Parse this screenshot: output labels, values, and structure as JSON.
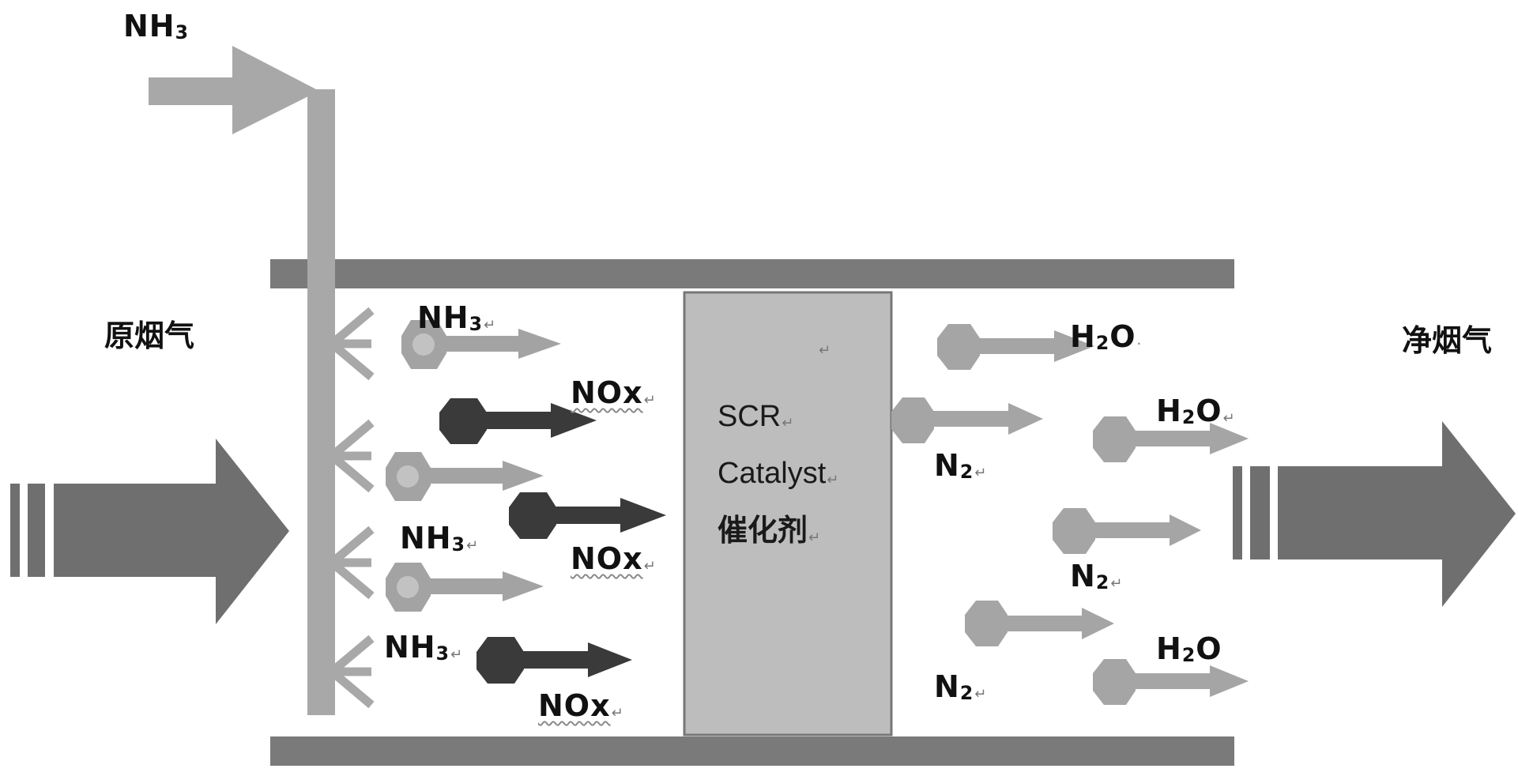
{
  "colors": {
    "pipe_wall": "#7a7a7a",
    "injector": "#a8a8a8",
    "main_arrow": "#6f6f6f",
    "nh3_molecule": "#a3a3a3",
    "nh3_molecule_inner": "#c2c2c2",
    "nox_molecule": "#3a3a3a",
    "product_molecule": "#a5a5a5",
    "catalyst_fill": "#bdbdbd",
    "catalyst_border": "#777777"
  },
  "labels": {
    "nh3_top": {
      "main": "NH",
      "sub": "3"
    },
    "raw_gas": "原烟气",
    "clean_gas": "净烟气",
    "nh3_1": {
      "main": "NH",
      "sub": "3",
      "mark": "↵"
    },
    "nh3_2": {
      "main": "NH",
      "sub": "3",
      "mark": "↵"
    },
    "nh3_3": {
      "main": "NH",
      "sub": "3",
      "mark": "↵"
    },
    "nox_1": {
      "text": "NOx",
      "mark": "↵"
    },
    "nox_2": {
      "text": "NOx",
      "mark": "↵"
    },
    "nox_3": {
      "text": "NOx",
      "mark": "↵"
    },
    "h2o_1": {
      "main": "H",
      "sub": "2",
      "tail": "O",
      "mark": "·"
    },
    "h2o_2": {
      "main": "H",
      "sub": "2",
      "tail": "O",
      "mark": "↵"
    },
    "h2o_3": {
      "main": "H",
      "sub": "2",
      "tail": "O",
      "mark": ""
    },
    "n2_1": {
      "main": "N",
      "sub": "2",
      "mark": "↵"
    },
    "n2_2": {
      "main": "N",
      "sub": "2",
      "mark": "↵"
    },
    "n2_3": {
      "main": "N",
      "sub": "2",
      "mark": "↵"
    }
  },
  "catalyst": {
    "top_mark": "↵",
    "line1": "SCR",
    "line2": "Catalyst",
    "line3": "催化剂",
    "mark": "↵"
  }
}
